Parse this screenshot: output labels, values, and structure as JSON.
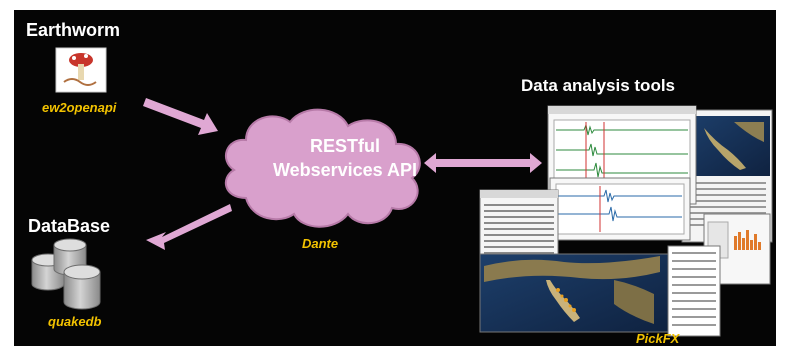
{
  "nodes": {
    "earthworm": {
      "title": "Earthworm",
      "sub": "ew2openapi"
    },
    "database": {
      "title": "DataBase",
      "sub": "quakedb"
    },
    "api": {
      "line1": "RESTful",
      "line2": "Webservices API",
      "sub": "Dante"
    },
    "tools": {
      "title": "Data analysis tools",
      "sub": "PickFX"
    }
  },
  "colors": {
    "background": "#050505",
    "arrow": "#e0a8d4",
    "cloud": "#d9a0cc",
    "caption": "#f2c200",
    "text": "#ffffff"
  }
}
